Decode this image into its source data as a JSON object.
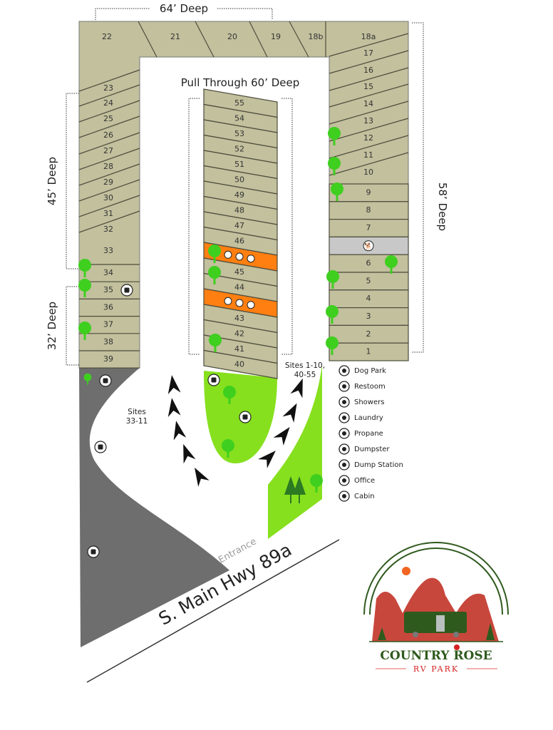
{
  "dimensions": {
    "top": "64’ Deep",
    "left_upper": "45’ Deep",
    "left_lower": "32’ Deep",
    "right": "58’ Deep",
    "middle": "Pull Through 60’ Deep"
  },
  "top_row_sites": [
    "22",
    "21",
    "20",
    "19",
    "18b",
    "18a"
  ],
  "left_slant_sites": [
    "23",
    "24",
    "25",
    "26",
    "27",
    "28",
    "29",
    "30",
    "31",
    "32",
    "33"
  ],
  "left_rect_sites": [
    "34",
    "35",
    "36",
    "37",
    "38",
    "39"
  ],
  "right_slant_sites": [
    "17",
    "16",
    "15",
    "14",
    "13",
    "12",
    "11",
    "10"
  ],
  "right_rect_sites": [
    "9",
    "8",
    "7",
    "dog-park",
    "6",
    "5",
    "4",
    "3",
    "2",
    "1"
  ],
  "middle_rows": [
    "55",
    "54",
    "53",
    "52",
    "51",
    "50",
    "49",
    "48",
    "47",
    "46",
    "amenity",
    "45",
    "44",
    "amenity",
    "43",
    "42",
    "41",
    "40"
  ],
  "direction_labels": {
    "left": [
      "Sites",
      "33-11"
    ],
    "right": [
      "Sites 1-10,",
      "40-55"
    ]
  },
  "entrance_label": "Entrance",
  "road_label": "S. Main Hwy 89a",
  "legend": [
    {
      "icon": "dog-icon",
      "label": "Dog Park"
    },
    {
      "icon": "restroom-icon",
      "label": "Restoom"
    },
    {
      "icon": "shower-icon",
      "label": "Showers"
    },
    {
      "icon": "laundry-icon",
      "label": "Laundry"
    },
    {
      "icon": "propane-icon",
      "label": "Propane"
    },
    {
      "icon": "dumpster-icon",
      "label": "Dumpster"
    },
    {
      "icon": "dump-station-icon",
      "label": "Dump Station"
    },
    {
      "icon": "office-icon",
      "label": "Office"
    },
    {
      "icon": "cabin-icon",
      "label": "Cabin"
    }
  ],
  "logo": {
    "name": "COUNTRY ROSE",
    "sub": "RV PARK"
  },
  "colors": {
    "site": "#c2c09d",
    "site_line": "#4d4c3c",
    "green_space": "#86e01e",
    "tree": "#3fcf1f",
    "pavement_gray": "#6e6e6e",
    "amenity_orange": "#ff7f10",
    "dog_park": "#c8c8c8"
  }
}
